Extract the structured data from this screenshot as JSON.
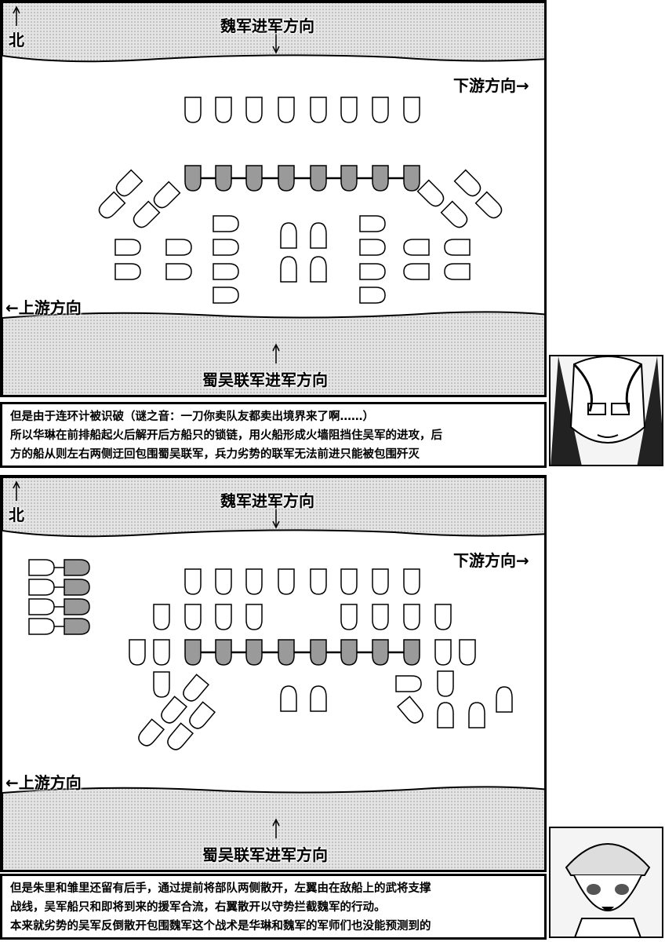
{
  "panels": [
    {
      "north": "北",
      "wei_advance": "魏军进军方向",
      "downstream": "下游方向→",
      "upstream": "←上游方向",
      "allied_advance": "蜀吴联军进军方向",
      "caption": [
        "但是由于连环计被识破（谜之音：一刀你卖队友都卖出境界来了啊……）",
        "所以华琳在前排船起火后解开后方船只的锁链，用火船形成火墙阻挡住吴军的进攻，后",
        "方的船从则左右两侧迂回包围蜀吴联军，兵力劣势的联军无法前进只能被包围歼灭"
      ]
    },
    {
      "north": "北",
      "wei_advance": "魏军进军方向",
      "downstream": "下游方向→",
      "upstream": "←上游方向",
      "allied_advance": "蜀吴联军进军方向",
      "caption": [
        "但是朱里和雏里还留有后手，通过提前将部队两侧散开，左翼由在敌船上的武将支撑",
        "战线，吴军船只和即将到来的援军合流，右翼散开以守势拦截魏军的行动。",
        "本来就劣势的吴军反倒散开包围魏军这个战术是华琳和魏军的军师们也没能预测到的"
      ]
    }
  ],
  "colors": {
    "water": "#d8d8d8",
    "ink": "#000000",
    "burning": "#9a9a9a"
  }
}
